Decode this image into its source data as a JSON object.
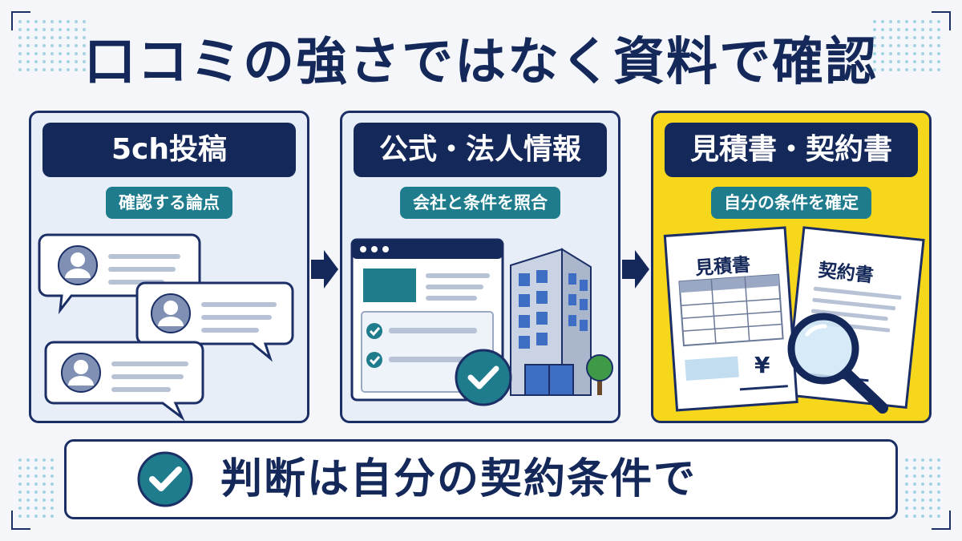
{
  "title": "口コミの強さではなく資料で確認",
  "panels": [
    {
      "heading": "5ch投稿",
      "subheading": "確認する論点"
    },
    {
      "heading": "公式・法人情報",
      "subheading": "会社と条件を照合"
    },
    {
      "heading": "見積書・契約書",
      "subheading": "自分の条件を確定",
      "doc_labels": [
        "見積書",
        "契約書"
      ],
      "currency": "¥"
    }
  ],
  "conclusion": "判断は自分の契約条件で",
  "colors": {
    "navy": "#15285a",
    "teal": "#1f7c8c",
    "highlight": "#f6d71c",
    "panel_bg": "#e7eef8"
  }
}
